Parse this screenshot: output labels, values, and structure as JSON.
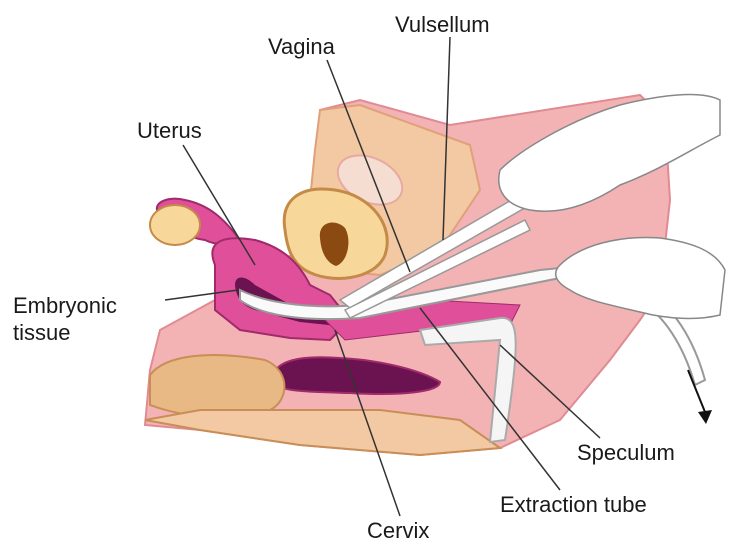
{
  "labels": {
    "vagina": "Vagina",
    "vulsellum": "Vulsellum",
    "uterus": "Uterus",
    "embryonic_tissue_line1": "Embryonic",
    "embryonic_tissue_line2": "tissue",
    "speculum": "Speculum",
    "extraction_tube": "Extraction tube",
    "cervix": "Cervix"
  },
  "colors": {
    "flesh": "#f2c9a2",
    "pink_tissue": "#f4a7b0",
    "uterus_magenta": "#e0509a",
    "cavity_dark": "#6a1350",
    "bone_tan": "#e8b985",
    "bowel_orange": "#d8a15a",
    "instrument": "#f5f5f5",
    "leader_line": "#333333"
  }
}
